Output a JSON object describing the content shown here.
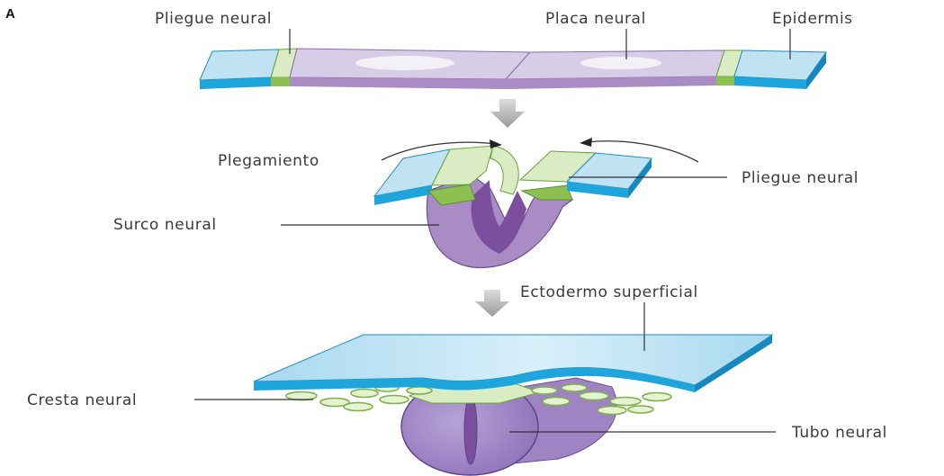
{
  "panel_letter": "A",
  "labels": {
    "pliegue_neural_top": "Pliegue neural",
    "placa_neural": "Placa neural",
    "epidermis": "Epidermis",
    "plegamiento": "Plegamiento",
    "pliegue_neural_mid": "Pliegue neural",
    "surco_neural": "Surco neural",
    "ectodermo_superficial": "Ectodermo superficial",
    "cresta_neural": "Cresta neural",
    "tubo_neural": "Tubo neural"
  },
  "colors": {
    "epidermis_top": "#bfe3f3",
    "epidermis_side": "#1ea6dc",
    "neural_plate_top": "#d8cde6",
    "neural_plate_side": "#a98cc4",
    "neural_fold_top": "#d9ecc4",
    "neural_fold_side": "#8cc152",
    "neural_tube": "#9f84c4",
    "neural_lumen": "#7b4f9e",
    "arrow": "#b8b8b8"
  }
}
